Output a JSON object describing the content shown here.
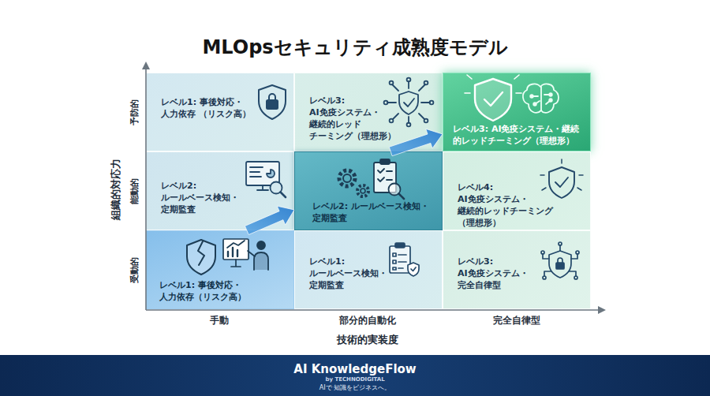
{
  "diagram": {
    "title": "MLOpsセキュリティ成熟度モデル",
    "nodes": [
      {
        "text": [
          "レベル1: 事後対応・人力依存 （リスク高）"
        ]
      },
      {
        "text": [
          "レベル3: AI免疫システム・ 継続的レッド チーミング（理想形）"
        ]
      },
      {
        "text": [
          "レベル3: AI免疫システム・継続 的レッドチーミング（理想形）"
        ]
      },
      {
        "text": [
          "レベル2: ルールベース検知・ 定期監査"
        ]
      },
      {
        "text": [
          "レベル2: ルールベース検知・ 定期監査"
        ]
      },
      {
        "text": [
          "レベル4: AI免疫システム・ 継続的レッドチーミング （理想形）"
        ]
      },
      {
        "text": [
          "レベル1: 事後対応・ 人力依存（リスク高）"
        ]
      },
      {
        "text": [
          "レベル1: ルールベース検知・ 定期監査"
        ]
      },
      {
        "text": [
          "レベル3: AI免疫システム・ 完全自律型"
        ]
      },
      {
        "text": [
          "AI KnowledgeFlow",
          "by TECHNODIGITAL",
          "AIで 知識をビジネスへ。"
        ]
      }
    ],
    "edges": [
      {
        "from": 6,
        "to": 4,
        "arrow": "to"
      },
      {
        "from": 4,
        "to": 2,
        "arrow": "to"
      }
    ],
    "labels": [
      "組織的対応力",
      "予防的",
      "能動的",
      "受動的",
      "手動",
      "部分的自動化",
      "完全自律型",
      "技術的実装度"
    ]
  }
}
